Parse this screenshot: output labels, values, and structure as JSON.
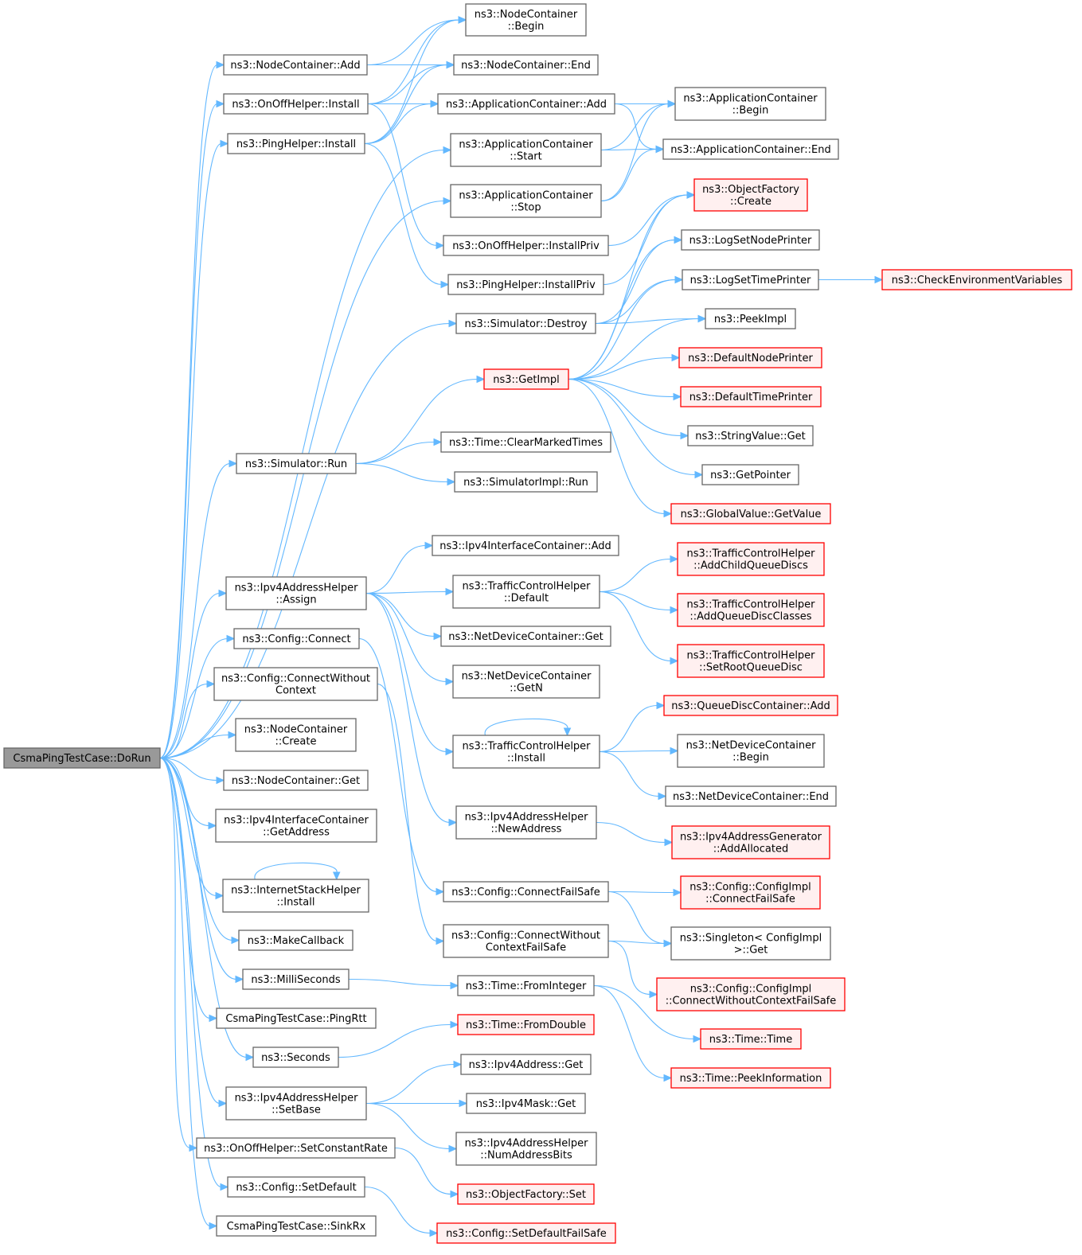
{
  "colors": {
    "edge": "#63b8ff",
    "node_border": "#666666",
    "root_fill": "#999999",
    "external_border": "#ff0000",
    "external_fill": "#fff0f0"
  },
  "nodes": [
    {
      "id": "root",
      "lines": [
        "CsmaPingTestCase::DoRun"
      ],
      "style": "root"
    },
    {
      "id": "nc_add",
      "lines": [
        "ns3::NodeContainer::Add"
      ],
      "style": "normal"
    },
    {
      "id": "onoff_install",
      "lines": [
        "ns3::OnOffHelper::Install"
      ],
      "style": "normal"
    },
    {
      "id": "ping_install",
      "lines": [
        "ns3::PingHelper::Install"
      ],
      "style": "normal"
    },
    {
      "id": "sim_run",
      "lines": [
        "ns3::Simulator::Run"
      ],
      "style": "normal"
    },
    {
      "id": "ipv4_assign",
      "lines": [
        "ns3::Ipv4AddressHelper",
        "::Assign"
      ],
      "style": "normal"
    },
    {
      "id": "cfg_connect",
      "lines": [
        "ns3::Config::Connect"
      ],
      "style": "normal"
    },
    {
      "id": "cfg_connect_wo",
      "lines": [
        "ns3::Config::ConnectWithout",
        "Context"
      ],
      "style": "normal"
    },
    {
      "id": "nc_create",
      "lines": [
        "ns3::NodeContainer",
        "::Create"
      ],
      "style": "normal"
    },
    {
      "id": "nc_get",
      "lines": [
        "ns3::NodeContainer::Get"
      ],
      "style": "normal"
    },
    {
      "id": "ipv4ic_getaddr",
      "lines": [
        "ns3::Ipv4InterfaceContainer",
        "::GetAddress"
      ],
      "style": "normal"
    },
    {
      "id": "ish_install",
      "lines": [
        "ns3::InternetStackHelper",
        "::Install"
      ],
      "style": "normal"
    },
    {
      "id": "makecallback",
      "lines": [
        "ns3::MakeCallback"
      ],
      "style": "normal"
    },
    {
      "id": "milliseconds",
      "lines": [
        "ns3::MilliSeconds"
      ],
      "style": "normal"
    },
    {
      "id": "pingrtt",
      "lines": [
        "CsmaPingTestCase::PingRtt"
      ],
      "style": "normal"
    },
    {
      "id": "seconds",
      "lines": [
        "ns3::Seconds"
      ],
      "style": "normal"
    },
    {
      "id": "ipv4_setbase",
      "lines": [
        "ns3::Ipv4AddressHelper",
        "::SetBase"
      ],
      "style": "normal"
    },
    {
      "id": "onoff_setrate",
      "lines": [
        "ns3::OnOffHelper::SetConstantRate"
      ],
      "style": "normal"
    },
    {
      "id": "cfg_setdefault",
      "lines": [
        "ns3::Config::SetDefault"
      ],
      "style": "normal"
    },
    {
      "id": "sinkrx",
      "lines": [
        "CsmaPingTestCase::SinkRx"
      ],
      "style": "normal"
    },
    {
      "id": "nc_begin",
      "lines": [
        "ns3::NodeContainer",
        "::Begin"
      ],
      "style": "normal"
    },
    {
      "id": "nc_end",
      "lines": [
        "ns3::NodeContainer::End"
      ],
      "style": "normal"
    },
    {
      "id": "ac_add",
      "lines": [
        "ns3::ApplicationContainer::Add"
      ],
      "style": "normal"
    },
    {
      "id": "ac_start",
      "lines": [
        "ns3::ApplicationContainer",
        "::Start"
      ],
      "style": "normal"
    },
    {
      "id": "ac_stop",
      "lines": [
        "ns3::ApplicationContainer",
        "::Stop"
      ],
      "style": "normal"
    },
    {
      "id": "onoff_installpriv",
      "lines": [
        "ns3::OnOffHelper::InstallPriv"
      ],
      "style": "normal"
    },
    {
      "id": "ping_installpriv",
      "lines": [
        "ns3::PingHelper::InstallPriv"
      ],
      "style": "normal"
    },
    {
      "id": "sim_destroy",
      "lines": [
        "ns3::Simulator::Destroy"
      ],
      "style": "normal"
    },
    {
      "id": "getimpl",
      "lines": [
        "ns3::GetImpl"
      ],
      "style": "red"
    },
    {
      "id": "time_clearmarked",
      "lines": [
        "ns3::Time::ClearMarkedTimes"
      ],
      "style": "normal"
    },
    {
      "id": "simimpl_run",
      "lines": [
        "ns3::SimulatorImpl::Run"
      ],
      "style": "normal"
    },
    {
      "id": "ipv4ic_add",
      "lines": [
        "ns3::Ipv4InterfaceContainer::Add"
      ],
      "style": "normal"
    },
    {
      "id": "tch_default",
      "lines": [
        "ns3::TrafficControlHelper",
        "::Default"
      ],
      "style": "normal"
    },
    {
      "id": "ndc_get",
      "lines": [
        "ns3::NetDeviceContainer::Get"
      ],
      "style": "normal"
    },
    {
      "id": "ndc_getn",
      "lines": [
        "ns3::NetDeviceContainer",
        "::GetN"
      ],
      "style": "normal"
    },
    {
      "id": "tch_install",
      "lines": [
        "ns3::TrafficControlHelper",
        "::Install"
      ],
      "style": "normal"
    },
    {
      "id": "ipv4_newaddress",
      "lines": [
        "ns3::Ipv4AddressHelper",
        "::NewAddress"
      ],
      "style": "normal"
    },
    {
      "id": "cfg_connectfs",
      "lines": [
        "ns3::Config::ConnectFailSafe"
      ],
      "style": "normal"
    },
    {
      "id": "cfg_connectwofs",
      "lines": [
        "ns3::Config::ConnectWithout",
        "ContextFailSafe"
      ],
      "style": "normal"
    },
    {
      "id": "time_frominteger",
      "lines": [
        "ns3::Time::FromInteger"
      ],
      "style": "normal"
    },
    {
      "id": "time_fromdouble",
      "lines": [
        "ns3::Time::FromDouble"
      ],
      "style": "red"
    },
    {
      "id": "ipv4addr_get",
      "lines": [
        "ns3::Ipv4Address::Get"
      ],
      "style": "normal"
    },
    {
      "id": "ipv4mask_get",
      "lines": [
        "ns3::Ipv4Mask::Get"
      ],
      "style": "normal"
    },
    {
      "id": "ipv4_numaddrbits",
      "lines": [
        "ns3::Ipv4AddressHelper",
        "::NumAddressBits"
      ],
      "style": "normal"
    },
    {
      "id": "of_set",
      "lines": [
        "ns3::ObjectFactory::Set"
      ],
      "style": "red"
    },
    {
      "id": "cfg_setdefaultfs",
      "lines": [
        "ns3::Config::SetDefaultFailSafe"
      ],
      "style": "red"
    },
    {
      "id": "ac_begin",
      "lines": [
        "ns3::ApplicationContainer",
        "::Begin"
      ],
      "style": "normal"
    },
    {
      "id": "ac_end",
      "lines": [
        "ns3::ApplicationContainer::End"
      ],
      "style": "normal"
    },
    {
      "id": "of_create",
      "lines": [
        "ns3::ObjectFactory",
        "::Create"
      ],
      "style": "red"
    },
    {
      "id": "log_nodeprinter",
      "lines": [
        "ns3::LogSetNodePrinter"
      ],
      "style": "normal"
    },
    {
      "id": "log_timeprinter",
      "lines": [
        "ns3::LogSetTimePrinter"
      ],
      "style": "normal"
    },
    {
      "id": "peekimpl",
      "lines": [
        "ns3::PeekImpl"
      ],
      "style": "normal"
    },
    {
      "id": "defnodeprinter",
      "lines": [
        "ns3::DefaultNodePrinter"
      ],
      "style": "red"
    },
    {
      "id": "deftimeprinter",
      "lines": [
        "ns3::DefaultTimePrinter"
      ],
      "style": "red"
    },
    {
      "id": "stringvalue_get",
      "lines": [
        "ns3::StringValue::Get"
      ],
      "style": "normal"
    },
    {
      "id": "getpointer",
      "lines": [
        "ns3::GetPointer"
      ],
      "style": "normal"
    },
    {
      "id": "gv_getvalue",
      "lines": [
        "ns3::GlobalValue::GetValue"
      ],
      "style": "red"
    },
    {
      "id": "tch_addchild",
      "lines": [
        "ns3::TrafficControlHelper",
        "::AddChildQueueDiscs"
      ],
      "style": "red"
    },
    {
      "id": "tch_addclasses",
      "lines": [
        "ns3::TrafficControlHelper",
        "::AddQueueDiscClasses"
      ],
      "style": "red"
    },
    {
      "id": "tch_setroot",
      "lines": [
        "ns3::TrafficControlHelper",
        "::SetRootQueueDisc"
      ],
      "style": "red"
    },
    {
      "id": "qdc_add",
      "lines": [
        "ns3::QueueDiscContainer::Add"
      ],
      "style": "red"
    },
    {
      "id": "ndc_begin",
      "lines": [
        "ns3::NetDeviceContainer",
        "::Begin"
      ],
      "style": "normal"
    },
    {
      "id": "ndc_end",
      "lines": [
        "ns3::NetDeviceContainer::End"
      ],
      "style": "normal"
    },
    {
      "id": "ipv4gen_addalloc",
      "lines": [
        "ns3::Ipv4AddressGenerator",
        "::AddAllocated"
      ],
      "style": "red"
    },
    {
      "id": "cfgimpl_connectfs",
      "lines": [
        "ns3::Config::ConfigImpl",
        "::ConnectFailSafe"
      ],
      "style": "red"
    },
    {
      "id": "singleton_get",
      "lines": [
        "ns3::Singleton< ConfigImpl",
        ">::Get"
      ],
      "style": "normal"
    },
    {
      "id": "cfgimpl_connectwofs",
      "lines": [
        "ns3::Config::ConfigImpl",
        "::ConnectWithoutContextFailSafe"
      ],
      "style": "red"
    },
    {
      "id": "time_time",
      "lines": [
        "ns3::Time::Time"
      ],
      "style": "red"
    },
    {
      "id": "time_peekinfo",
      "lines": [
        "ns3::Time::PeekInformation"
      ],
      "style": "red"
    },
    {
      "id": "checkenv",
      "lines": [
        "ns3::CheckEnvironmentVariables"
      ],
      "style": "red"
    }
  ],
  "edges": [
    [
      "root",
      "nc_add"
    ],
    [
      "root",
      "onoff_install"
    ],
    [
      "root",
      "ping_install"
    ],
    [
      "root",
      "ac_start"
    ],
    [
      "root",
      "ac_stop"
    ],
    [
      "root",
      "sim_destroy"
    ],
    [
      "root",
      "sim_run"
    ],
    [
      "root",
      "ipv4_assign"
    ],
    [
      "root",
      "cfg_connect"
    ],
    [
      "root",
      "cfg_connect_wo"
    ],
    [
      "root",
      "nc_create"
    ],
    [
      "root",
      "nc_get"
    ],
    [
      "root",
      "ipv4ic_getaddr"
    ],
    [
      "root",
      "ish_install"
    ],
    [
      "root",
      "makecallback"
    ],
    [
      "root",
      "milliseconds"
    ],
    [
      "root",
      "pingrtt"
    ],
    [
      "root",
      "seconds"
    ],
    [
      "root",
      "ipv4_setbase"
    ],
    [
      "root",
      "onoff_setrate"
    ],
    [
      "root",
      "cfg_setdefault"
    ],
    [
      "root",
      "sinkrx"
    ],
    [
      "nc_add",
      "nc_begin"
    ],
    [
      "nc_add",
      "nc_end"
    ],
    [
      "onoff_install",
      "nc_begin"
    ],
    [
      "onoff_install",
      "nc_end"
    ],
    [
      "onoff_install",
      "ac_add"
    ],
    [
      "onoff_install",
      "onoff_installpriv"
    ],
    [
      "ping_install",
      "nc_begin"
    ],
    [
      "ping_install",
      "nc_end"
    ],
    [
      "ping_install",
      "ac_add"
    ],
    [
      "ping_install",
      "ping_installpriv"
    ],
    [
      "ac_add",
      "ac_begin"
    ],
    [
      "ac_add",
      "ac_end"
    ],
    [
      "ac_start",
      "ac_begin"
    ],
    [
      "ac_start",
      "ac_end"
    ],
    [
      "ac_stop",
      "ac_begin"
    ],
    [
      "ac_stop",
      "ac_end"
    ],
    [
      "onoff_installpriv",
      "of_create"
    ],
    [
      "ping_installpriv",
      "of_create"
    ],
    [
      "sim_destroy",
      "log_nodeprinter"
    ],
    [
      "sim_destroy",
      "log_timeprinter"
    ],
    [
      "sim_destroy",
      "peekimpl"
    ],
    [
      "log_timeprinter",
      "checkenv"
    ],
    [
      "sim_run",
      "getimpl"
    ],
    [
      "sim_run",
      "time_clearmarked"
    ],
    [
      "sim_run",
      "simimpl_run"
    ],
    [
      "getimpl",
      "of_create"
    ],
    [
      "getimpl",
      "log_nodeprinter"
    ],
    [
      "getimpl",
      "log_timeprinter"
    ],
    [
      "getimpl",
      "peekimpl"
    ],
    [
      "getimpl",
      "defnodeprinter"
    ],
    [
      "getimpl",
      "deftimeprinter"
    ],
    [
      "getimpl",
      "stringvalue_get"
    ],
    [
      "getimpl",
      "getpointer"
    ],
    [
      "getimpl",
      "gv_getvalue"
    ],
    [
      "ipv4_assign",
      "ipv4ic_add"
    ],
    [
      "ipv4_assign",
      "tch_default"
    ],
    [
      "ipv4_assign",
      "ndc_get"
    ],
    [
      "ipv4_assign",
      "ndc_getn"
    ],
    [
      "ipv4_assign",
      "tch_install"
    ],
    [
      "ipv4_assign",
      "ipv4_newaddress"
    ],
    [
      "tch_default",
      "tch_addchild"
    ],
    [
      "tch_default",
      "tch_addclasses"
    ],
    [
      "tch_default",
      "tch_setroot"
    ],
    [
      "tch_install",
      "tch_install"
    ],
    [
      "tch_install",
      "qdc_add"
    ],
    [
      "tch_install",
      "ndc_begin"
    ],
    [
      "tch_install",
      "ndc_end"
    ],
    [
      "ipv4_newaddress",
      "ipv4gen_addalloc"
    ],
    [
      "cfg_connect",
      "cfg_connectfs"
    ],
    [
      "cfg_connect_wo",
      "cfg_connectwofs"
    ],
    [
      "cfg_connectfs",
      "cfgimpl_connectfs"
    ],
    [
      "cfg_connectfs",
      "singleton_get"
    ],
    [
      "cfg_connectwofs",
      "singleton_get"
    ],
    [
      "cfg_connectwofs",
      "cfgimpl_connectwofs"
    ],
    [
      "ish_install",
      "ish_install"
    ],
    [
      "milliseconds",
      "time_frominteger"
    ],
    [
      "time_frominteger",
      "time_time"
    ],
    [
      "time_frominteger",
      "time_peekinfo"
    ],
    [
      "seconds",
      "time_fromdouble"
    ],
    [
      "ipv4_setbase",
      "ipv4addr_get"
    ],
    [
      "ipv4_setbase",
      "ipv4mask_get"
    ],
    [
      "ipv4_setbase",
      "ipv4_numaddrbits"
    ],
    [
      "onoff_setrate",
      "of_set"
    ],
    [
      "cfg_setdefault",
      "cfg_setdefaultfs"
    ]
  ]
}
